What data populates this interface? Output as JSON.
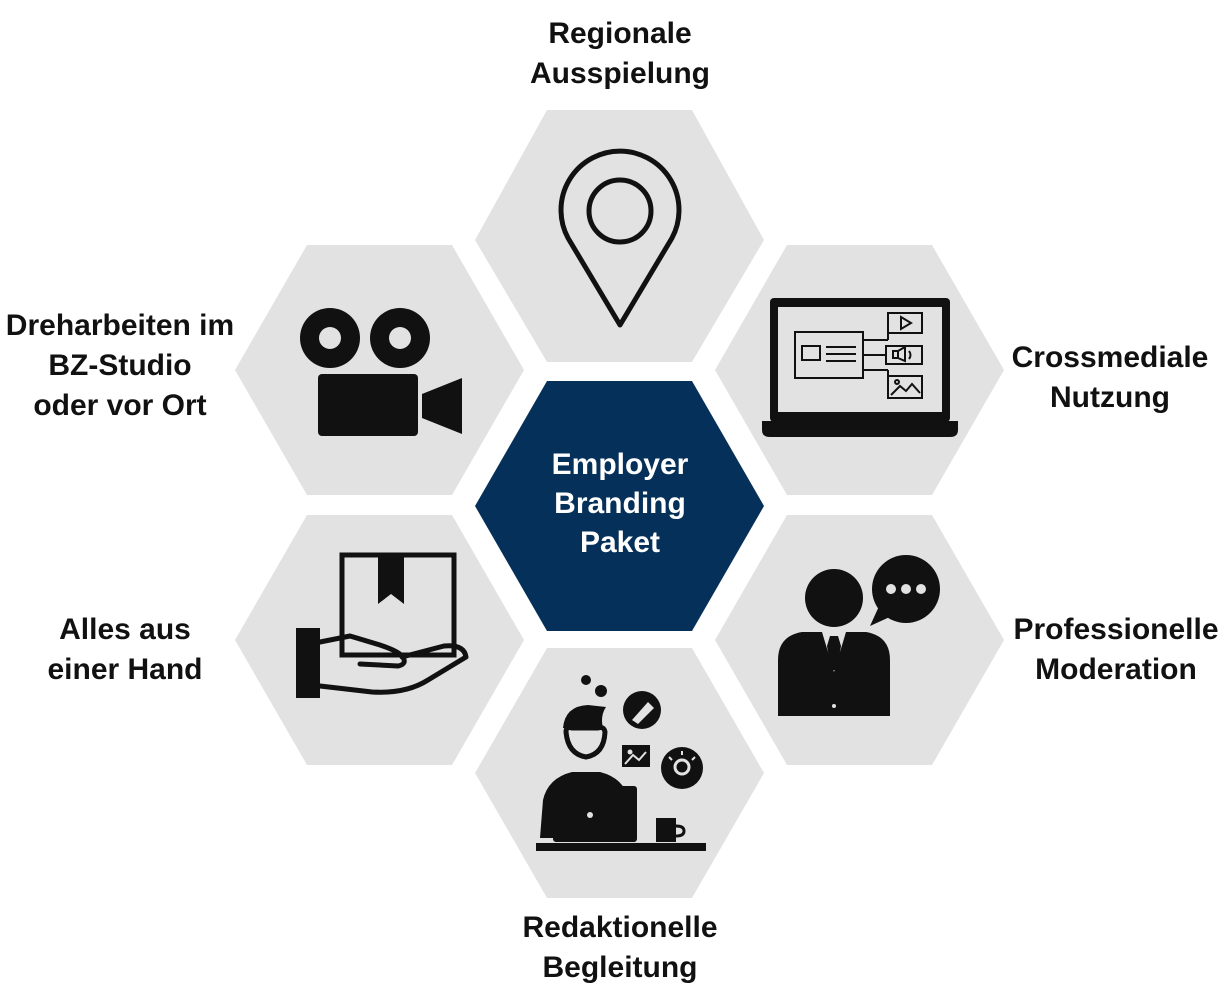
{
  "colors": {
    "hex_fill": "#e2e2e2",
    "center_fill": "#05305a",
    "icon": "#111111",
    "label": "#111111",
    "center_text": "#ffffff"
  },
  "center": {
    "lines": [
      "Employer",
      "Branding",
      "Paket"
    ]
  },
  "segments": [
    {
      "id": "regional",
      "icon": "map-pin-icon",
      "lines": [
        "Regionale",
        "Ausspielung"
      ]
    },
    {
      "id": "crossmedia",
      "icon": "laptop-media-icon",
      "lines": [
        "Crossmediale",
        "Nutzung"
      ]
    },
    {
      "id": "moderation",
      "icon": "speaker-person-icon",
      "lines": [
        "Professionelle",
        "Moderation"
      ]
    },
    {
      "id": "editorial",
      "icon": "person-at-laptop-icon",
      "lines": [
        "Redaktionelle",
        "Begleitung"
      ]
    },
    {
      "id": "one-hand",
      "icon": "hand-holding-box-icon",
      "lines": [
        "Alles aus",
        "einer Hand"
      ]
    },
    {
      "id": "filming",
      "icon": "video-camera-icon",
      "lines": [
        "Dreharbeiten im",
        "BZ-Studio",
        "oder vor Ort"
      ]
    }
  ]
}
